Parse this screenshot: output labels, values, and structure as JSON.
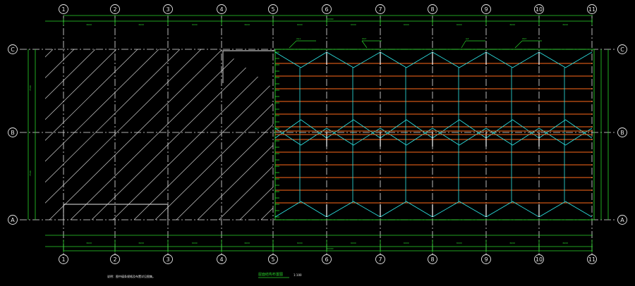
{
  "drawing": {
    "title": "屋面结构布置图",
    "scale": "1:100",
    "note": "说明：图中檩条规格及布置详见图集。"
  },
  "axes_x": [
    "1",
    "2",
    "3",
    "4",
    "5",
    "6",
    "7",
    "8",
    "9",
    "10",
    "11"
  ],
  "axes_y": [
    "C",
    "B",
    "A"
  ],
  "dims_top": [
    "6000",
    "6000",
    "6000",
    "6000",
    "6000",
    "6000",
    "6000",
    "6000",
    "6000",
    "6000"
  ],
  "dims_total": "60000",
  "dims_left": [
    "7500",
    "7500"
  ],
  "labels": {
    "l1": "XG1",
    "l2": "WLT",
    "l3": "GZ",
    "l4": "WLT"
  },
  "colors": {
    "background": "#000000",
    "grid": "#e8e8e8",
    "dimension": "#2ad42a",
    "purlin": "#ff6a1a",
    "brace": "#2ee6e6",
    "rafter": "#ffffff"
  }
}
